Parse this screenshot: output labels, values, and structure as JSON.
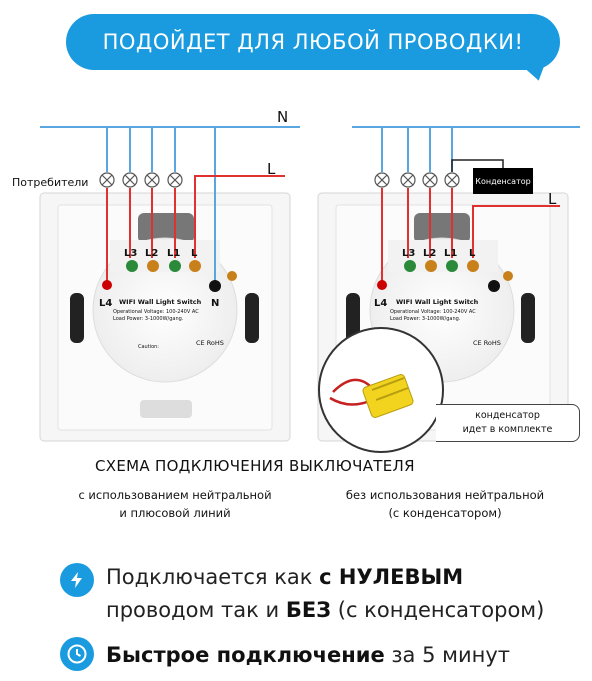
{
  "banner": "ПОДОЙДЕТ ДЛЯ ЛЮБОЙ ПРОВОДКИ!",
  "left": {
    "consumers": "Потребители",
    "n": "N",
    "l": "L",
    "terminals": [
      "L3",
      "L2",
      "L1",
      "L"
    ],
    "l4": "L4",
    "n_term": "N"
  },
  "right": {
    "capacitor_box": "Конденсатор",
    "l": "L",
    "terminals": [
      "L3",
      "L2",
      "L1",
      "L"
    ],
    "l4": "L4",
    "callout_line1": "конденсатор",
    "callout_line2": "идет в комплекте"
  },
  "device": {
    "model": "WIFI Wall Light Switch",
    "spec1": "Operational Voltage: 100-240V AC",
    "spec2": "Load Power: 3-1000W/gang.",
    "ce": "CE RoHS",
    "caution": "Caution:"
  },
  "caption": "СХЕМА ПОДКЛЮЧЕНИЯ ВЫКЛЮЧАТЕЛЯ",
  "sub_left_1": "с использованием нейтральной",
  "sub_left_2": "и плюсовой линий",
  "sub_right_1": "без использования нейтральной",
  "sub_right_2": "(с конденсатором)",
  "feature1": {
    "a": "Подключается как ",
    "b": "с НУЛЕВЫМ",
    "c": "проводом так и ",
    "d": "БЕЗ",
    "e": " (с конденсатором)"
  },
  "feature2": {
    "a": "Быстрое подключение",
    "b": " за 5 минут"
  },
  "colors": {
    "accent": "#1a9be0",
    "wire_blue": "#5aa6e0",
    "wire_red": "#e03030"
  }
}
